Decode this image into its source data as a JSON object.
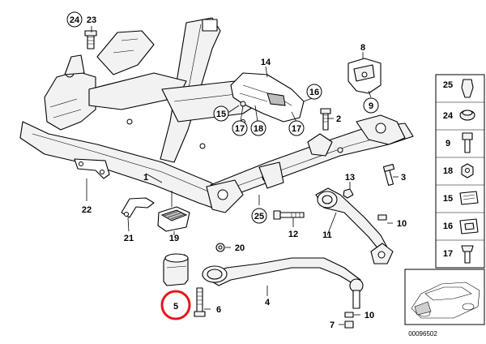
{
  "diagram": {
    "reference_number": "00096502",
    "highlight_color": "#e5161d",
    "highlighted_part": "5",
    "callouts": {
      "c24_top": "24",
      "c23": "23",
      "c1": "1",
      "c22": "22",
      "c21": "21",
      "c19": "19",
      "c5": "5",
      "c6": "6",
      "c20": "20",
      "c4": "4",
      "c25_mid": "25",
      "c12": "12",
      "c11": "11",
      "c10_a": "10",
      "c10_b": "10",
      "c7": "7",
      "c13": "13",
      "c3": "3",
      "c2": "2",
      "c14": "14",
      "c16": "16",
      "c15": "15",
      "c17_a": "17",
      "c18": "18",
      "c17_b": "17",
      "c8": "8",
      "c9": "9"
    },
    "side_parts": [
      "25",
      "24",
      "9",
      "18",
      "15",
      "16",
      "17"
    ]
  }
}
